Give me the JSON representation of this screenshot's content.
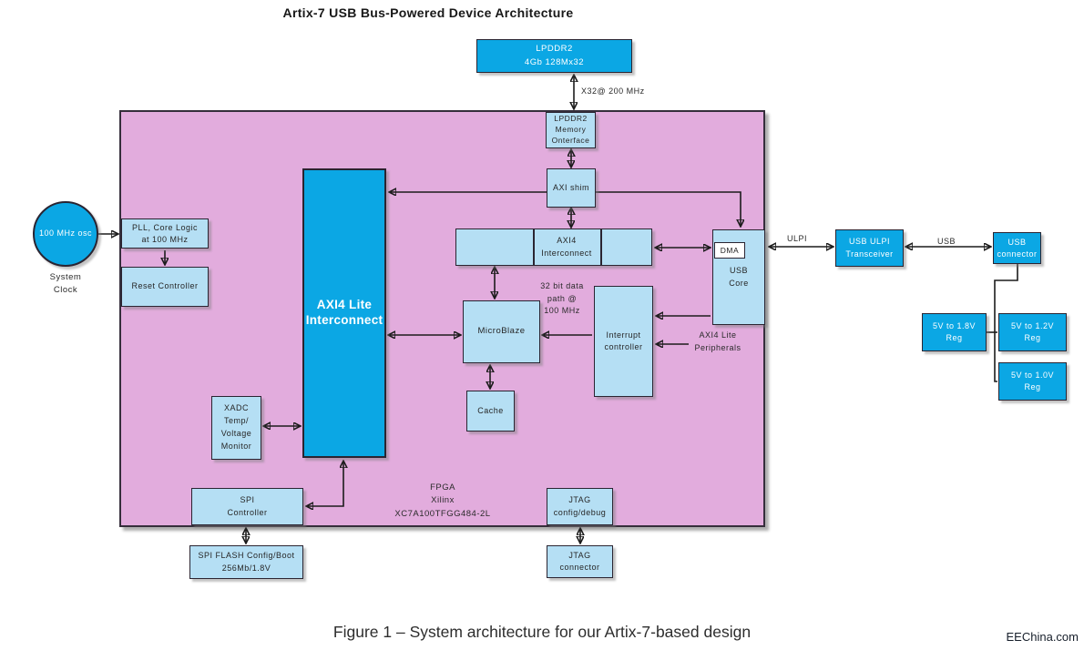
{
  "title": "Artix-7 USB Bus-Powered Device Architecture",
  "caption": "Figure 1 – System architecture for our Artix-7-based design",
  "watermark": "EEChina.com",
  "colors": {
    "box_dark_blue": "#0ba7e4",
    "box_light_blue": "#b5dff4",
    "fpga_pink": "#e2acdd",
    "edge_black": "#1c1c1c"
  },
  "nodes": {
    "lpddr2": [
      "LPDDR2",
      "4Gb 128Mx32"
    ],
    "mem_if": [
      "LPDDR2",
      "Memory",
      "Onterface"
    ],
    "axi_shim": [
      "AXI shim"
    ],
    "axi4_interconnect": [
      "AXI4",
      "Interconnect"
    ],
    "axi4_lite": [
      "AXI4 Lite",
      "Interconnect"
    ],
    "microblaze": [
      "MicroBlaze"
    ],
    "cache": [
      "Cache"
    ],
    "interrupt": [
      "Interrupt",
      "controller"
    ],
    "dma": [
      "DMA"
    ],
    "usb_core": [
      "USB",
      "Core"
    ],
    "osc": [
      "100 MHz osc"
    ],
    "pll": [
      "PLL, Core Logic",
      "at 100 MHz"
    ],
    "reset": [
      "Reset Controller"
    ],
    "xadc": [
      "XADC",
      "Temp/",
      "Voltage",
      "Monitor"
    ],
    "spi_ctrl": [
      "SPI",
      "Controller"
    ],
    "spi_flash": [
      "SPI FLASH Config/Boot",
      "256Mb/1.8V"
    ],
    "jtag_cfg": [
      "JTAG",
      "config/debug"
    ],
    "jtag_conn": [
      "JTAG",
      "connector"
    ],
    "transceiver": [
      "USB ULPI",
      "Transceiver"
    ],
    "usb_conn": [
      "USB",
      "connector"
    ],
    "reg18": [
      "5V to 1.8V",
      "Reg"
    ],
    "reg12": [
      "5V to 1.2V",
      "Reg"
    ],
    "reg10": [
      "5V to 1.0V",
      "Reg"
    ]
  },
  "labels": {
    "x32": "X32@ 200 MHz",
    "ulpi": "ULPI",
    "usb": "USB",
    "datapath": [
      "32 bit data",
      "path @",
      "100 MHz"
    ],
    "peripherals": [
      "AXI4 Lite",
      "Peripherals"
    ],
    "system_clock": [
      "System",
      "Clock"
    ],
    "fpga": [
      "FPGA",
      "Xilinx",
      "XC7A100TFGG484-2L"
    ]
  }
}
